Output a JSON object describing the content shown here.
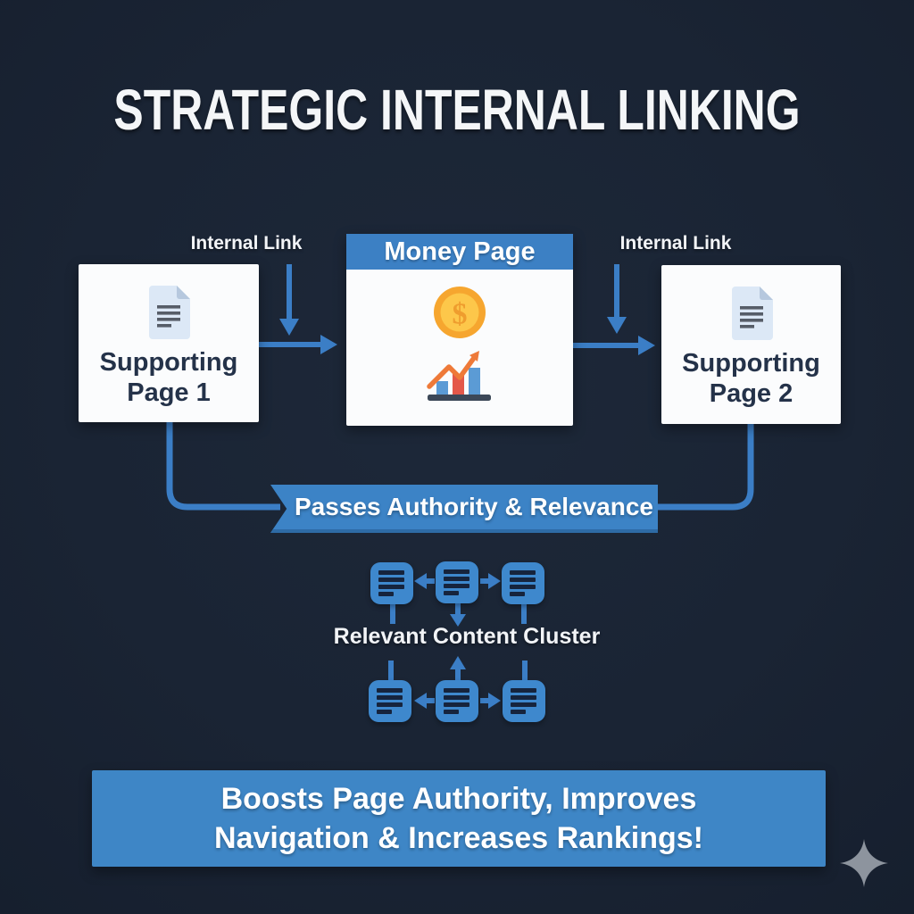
{
  "title": "STRATEGIC INTERNAL LINKING",
  "labels": {
    "internal_link_left": "Internal Link",
    "internal_link_right": "Internal Link"
  },
  "pages": {
    "supporting_page_1": "Supporting Page 1",
    "money_page": "Money Page",
    "supporting_page_2": "Supporting Page 2"
  },
  "ribbon_text": "Passes Authority & Relevance",
  "cluster": {
    "label": "Relevant Content Cluster",
    "node_count_top": 3,
    "node_count_bottom": 3
  },
  "footer": {
    "line1": "Boosts Page Authority, Improves",
    "line2": "Navigation & Increases Rankings!"
  },
  "icons": {
    "supporting_pages": "document-icon",
    "money_page_coin": "dollar-coin-icon",
    "dollar_symbol": "$",
    "money_page_chart": "growth-bar-chart-icon",
    "cluster_nodes": "content-page-node-icon",
    "bottom_right": "sparkle-icon"
  },
  "colors": {
    "background": "#1a2434",
    "connector_blue": "#3b7ec6",
    "money_header_blue": "#3c80c4",
    "ribbon_blue": "#3c83c6",
    "footer_blue": "#3e86c6",
    "cluster_node_blue": "#3e88cd",
    "card_white": "#fbfcfd",
    "card_text": "#243249",
    "coin_gold": "#f6a62f",
    "coin_inner_gold": "#fdc74a",
    "bar_blue": "#5b9bd5",
    "bar_red": "#e4584a",
    "trend_orange": "#ee7a39",
    "sparkle_gray": "#8d949e"
  }
}
